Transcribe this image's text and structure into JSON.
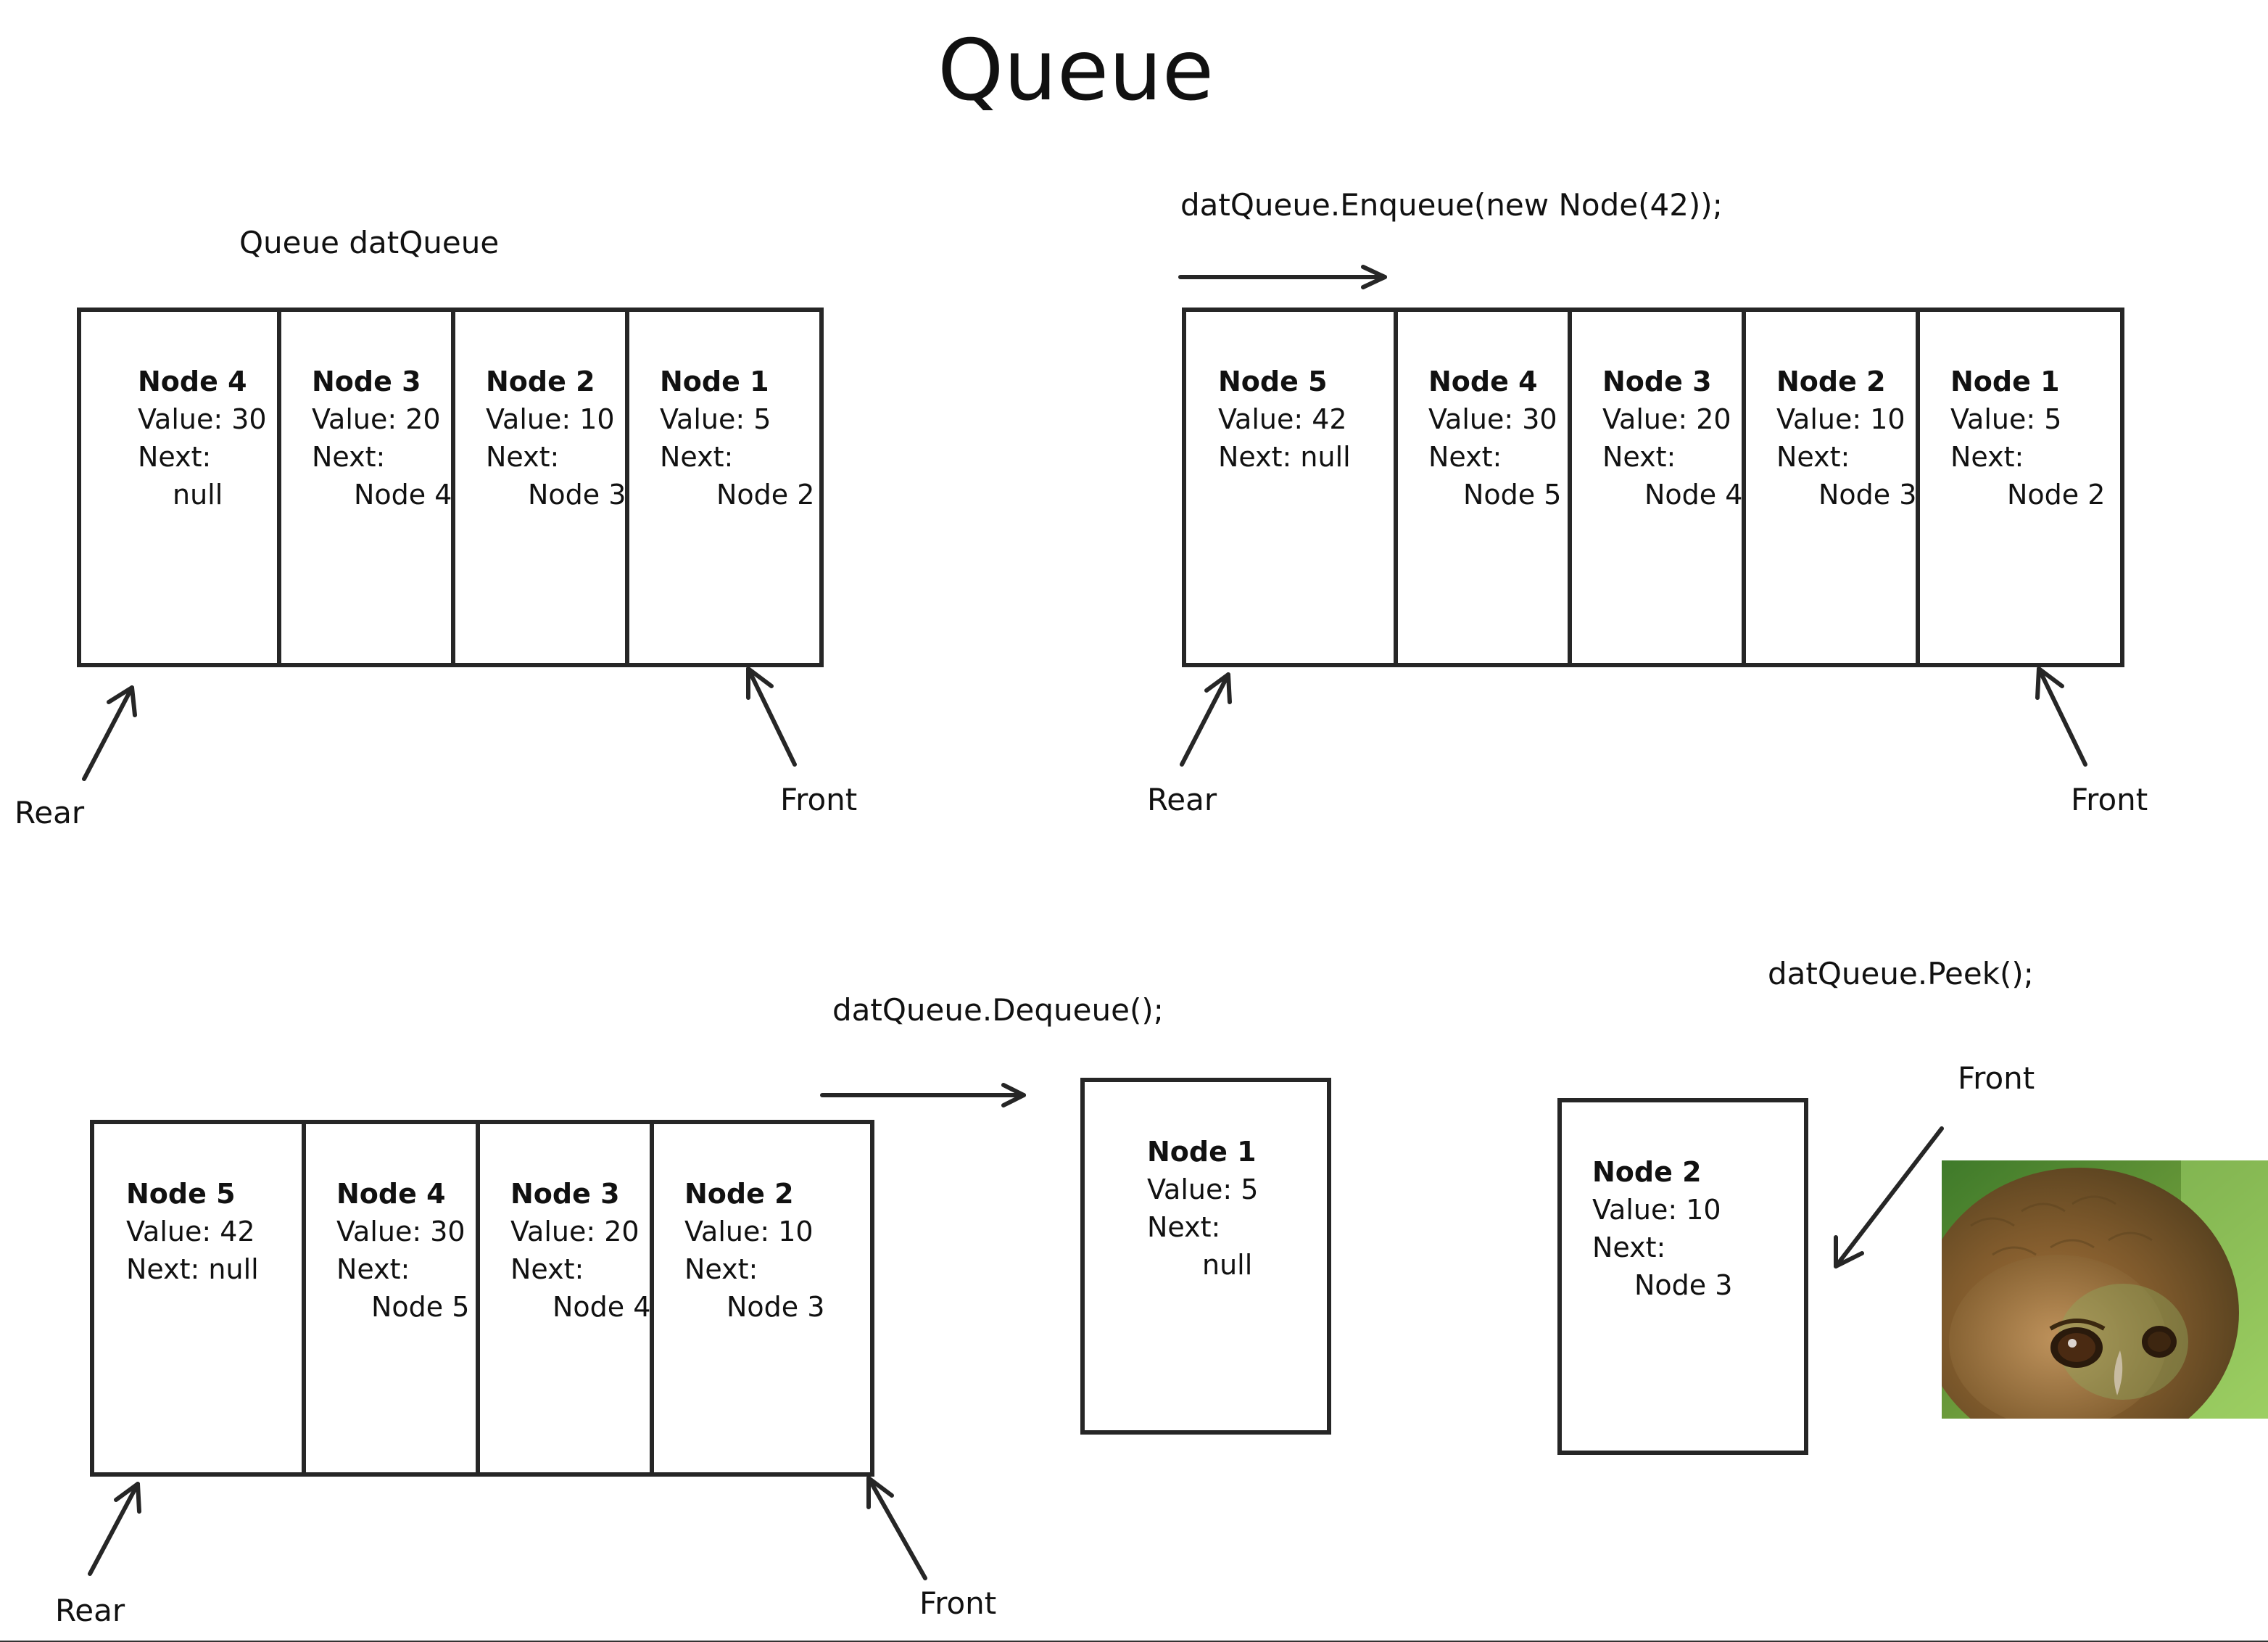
{
  "title": "Queue",
  "diagrams": [
    {
      "caption": "Queue datQueue",
      "rear_label": "Rear",
      "front_label": "Front",
      "nodes": [
        {
          "name": "Node 4",
          "value": "Value: 30",
          "next": "Next:",
          "next_target": "null"
        },
        {
          "name": "Node 3",
          "value": "Value: 20",
          "next": "Next:",
          "next_target": "Node 4"
        },
        {
          "name": "Node 2",
          "value": "Value: 10",
          "next": "Next:",
          "next_target": "Node 3"
        },
        {
          "name": "Node 1",
          "value": "Value: 5",
          "next": "Next:",
          "next_target": "Node 2"
        }
      ]
    },
    {
      "caption": "datQueue.Enqueue(new Node(42));",
      "rear_label": "Rear",
      "front_label": "Front",
      "nodes": [
        {
          "name": "Node 5",
          "value": "Value: 42",
          "next": "Next: null",
          "next_target": ""
        },
        {
          "name": "Node 4",
          "value": "Value: 30",
          "next": "Next:",
          "next_target": "Node 5"
        },
        {
          "name": "Node 3",
          "value": "Value: 20",
          "next": "Next:",
          "next_target": "Node 4"
        },
        {
          "name": "Node 2",
          "value": "Value: 10",
          "next": "Next:",
          "next_target": "Node 3"
        },
        {
          "name": "Node 1",
          "value": "Value: 5",
          "next": "Next:",
          "next_target": "Node 2"
        }
      ]
    },
    {
      "caption": "datQueue.Dequeue();",
      "rear_label": "Rear",
      "front_label": "Front",
      "nodes": [
        {
          "name": "Node 5",
          "value": "Value: 42",
          "next": "Next: null",
          "next_target": ""
        },
        {
          "name": "Node 4",
          "value": "Value: 30",
          "next": "Next:",
          "next_target": "Node 5"
        },
        {
          "name": "Node 3",
          "value": "Value: 20",
          "next": "Next:",
          "next_target": "Node 4"
        },
        {
          "name": "Node 2",
          "value": "Value: 10",
          "next": "Next:",
          "next_target": "Node 3"
        }
      ],
      "removed_node": {
        "name": "Node 1",
        "value": "Value: 5",
        "next": "Next:",
        "next_target": "null"
      }
    },
    {
      "caption": "datQueue.Peek();",
      "front_label": "Front",
      "node": {
        "name": "Node 2",
        "value": "Value: 10",
        "next": "Next:",
        "next_target": "Node 3"
      }
    }
  ],
  "colors": {
    "line": "#262626",
    "background": "#ffffff",
    "text": "#111111"
  }
}
